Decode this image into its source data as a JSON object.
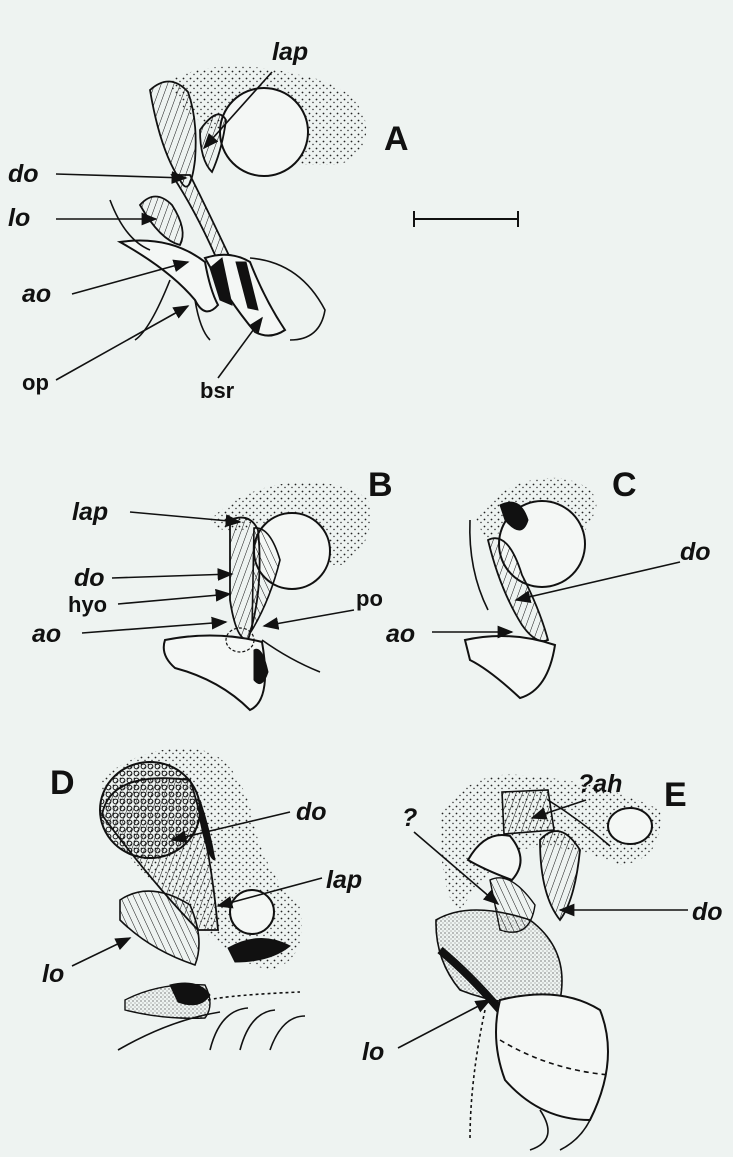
{
  "panels": {
    "A": {
      "letter": "A",
      "labels": {
        "lap": "lap",
        "do": "do",
        "lo": "lo",
        "ao": "ao",
        "op": "op",
        "bsr": "bsr"
      }
    },
    "B": {
      "letter": "B",
      "labels": {
        "lap": "lap",
        "do": "do",
        "hyo": "hyo",
        "ao": "ao",
        "po": "po"
      }
    },
    "C": {
      "letter": "C",
      "labels": {
        "do": "do",
        "ao": "ao"
      }
    },
    "D": {
      "letter": "D",
      "labels": {
        "do": "do",
        "lap": "lap",
        "lo": "lo"
      }
    },
    "E": {
      "letter": "E",
      "labels": {
        "ah": "?ah",
        "q": "?",
        "do": "do",
        "lo": "lo"
      }
    }
  }
}
